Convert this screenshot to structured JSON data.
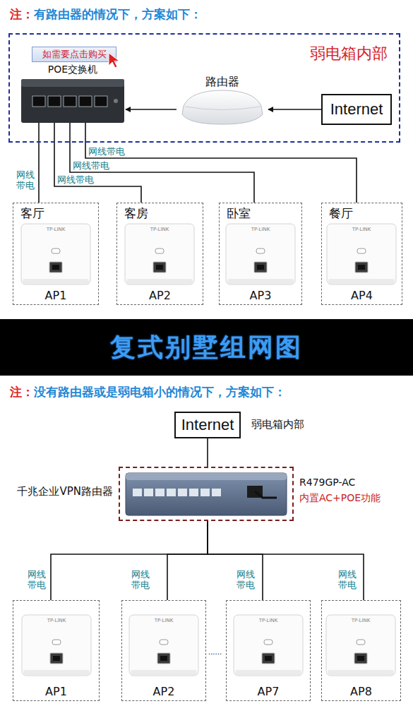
{
  "diagram": {
    "nodes": [
      {
        "text": [
          "弱电箱内部"
        ]
      },
      {
        "text": [
          "如需要点击购买"
        ],
        "in": 0
      },
      {
        "text": [
          "POE交换机"
        ],
        "in": 0
      },
      {
        "text": [
          "路由器"
        ],
        "in": 0
      },
      {
        "text": [
          "Internet"
        ],
        "in": 0
      },
      {
        "text": [
          "客厅",
          "AP1"
        ]
      },
      {
        "text": [
          "客房",
          "AP2"
        ]
      },
      {
        "text": [
          "卧室",
          "AP3"
        ]
      },
      {
        "text": [
          "餐厅",
          "AP4"
        ]
      },
      {
        "text": [
          "复式别墅组网图"
        ]
      },
      {
        "text": [
          "Internet"
        ]
      },
      {
        "text": [
          "千兆企业VPN路由器",
          "R479GP-AC",
          "内置AC+POE功能"
        ]
      },
      {
        "text": [
          "AP1"
        ]
      },
      {
        "text": [
          "AP2"
        ]
      },
      {
        "text": [
          "AP7"
        ]
      },
      {
        "text": [
          "AP8"
        ]
      }
    ],
    "edges": [
      {
        "from": 4,
        "to": 3,
        "arrow": "to"
      },
      {
        "from": 3,
        "to": 2,
        "arrow": "to"
      },
      {
        "from": 2,
        "to": 5,
        "label": "网线带电",
        "arrow": "none"
      },
      {
        "from": 2,
        "to": 6,
        "label": "网线带电",
        "arrow": "none"
      },
      {
        "from": 2,
        "to": 7,
        "label": "网线带电",
        "arrow": "none"
      },
      {
        "from": 2,
        "to": 8,
        "label": "网线带电",
        "arrow": "none"
      },
      {
        "from": 10,
        "to": 11,
        "arrow": "none"
      },
      {
        "from": 11,
        "to": 12,
        "label": "网线带电",
        "arrow": "none"
      },
      {
        "from": 11,
        "to": 13,
        "label": "网线带电",
        "arrow": "none"
      },
      {
        "from": 11,
        "to": 14,
        "label": "网线带电",
        "arrow": "none"
      },
      {
        "from": 11,
        "to": 15,
        "label": "网线带电",
        "arrow": "none"
      }
    ],
    "labels": [
      "注：",
      "有路由器的情况下，方案如下：",
      "TP-LINK",
      "TP-LINK",
      "TP-LINK",
      "TP-LINK",
      "注：",
      "没有路由器或是弱电箱小的情况下，方案如下：",
      "弱电箱内部",
      "......",
      "TP-LINK",
      "TP-LINK",
      "TP-LINK",
      "TP-LINK"
    ]
  }
}
